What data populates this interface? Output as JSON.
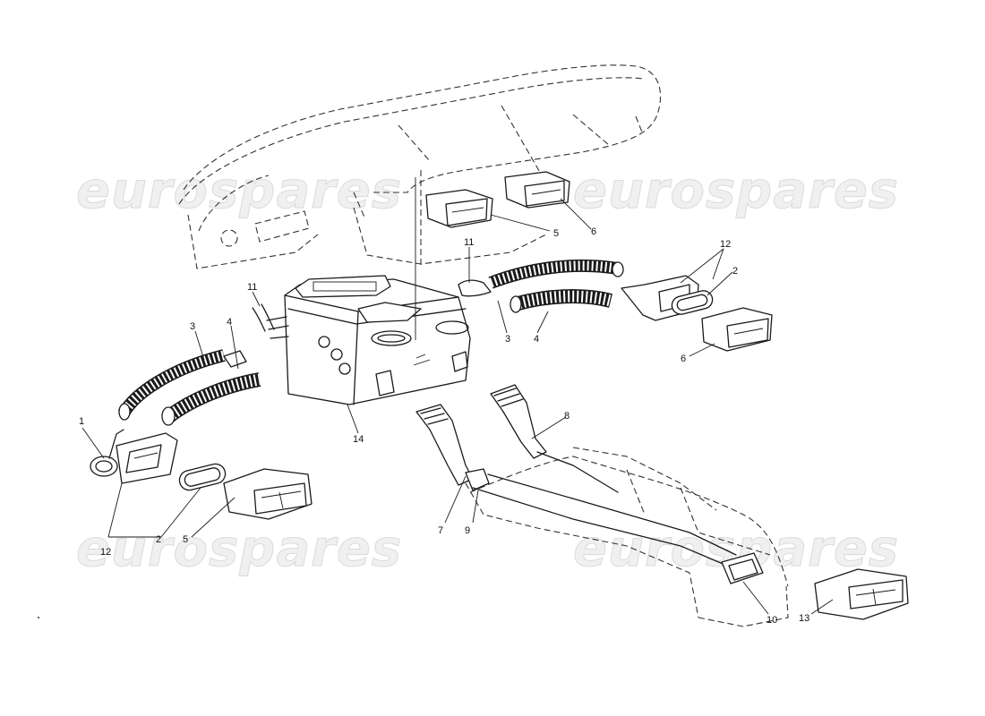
{
  "watermark": {
    "text": "eurospares"
  },
  "colors": {
    "ink": "#1a1a1a",
    "background": "#ffffff",
    "watermark": "#c8c8c8"
  },
  "callouts": [
    {
      "id": "c1",
      "label": "1"
    },
    {
      "id": "c2a",
      "label": "2"
    },
    {
      "id": "c2b",
      "label": "2"
    },
    {
      "id": "c3a",
      "label": "3"
    },
    {
      "id": "c3b",
      "label": "3"
    },
    {
      "id": "c4a",
      "label": "4"
    },
    {
      "id": "c4b",
      "label": "4"
    },
    {
      "id": "c5a",
      "label": "5"
    },
    {
      "id": "c5b",
      "label": "5"
    },
    {
      "id": "c6a",
      "label": "6"
    },
    {
      "id": "c6b",
      "label": "6"
    },
    {
      "id": "c7",
      "label": "7"
    },
    {
      "id": "c8",
      "label": "8"
    },
    {
      "id": "c9",
      "label": "9"
    },
    {
      "id": "c10",
      "label": "10"
    },
    {
      "id": "c11a",
      "label": "11"
    },
    {
      "id": "c11b",
      "label": "11"
    },
    {
      "id": "c12a",
      "label": "12"
    },
    {
      "id": "c12b",
      "label": "12"
    },
    {
      "id": "c13",
      "label": "13"
    },
    {
      "id": "c14",
      "label": "14"
    }
  ]
}
